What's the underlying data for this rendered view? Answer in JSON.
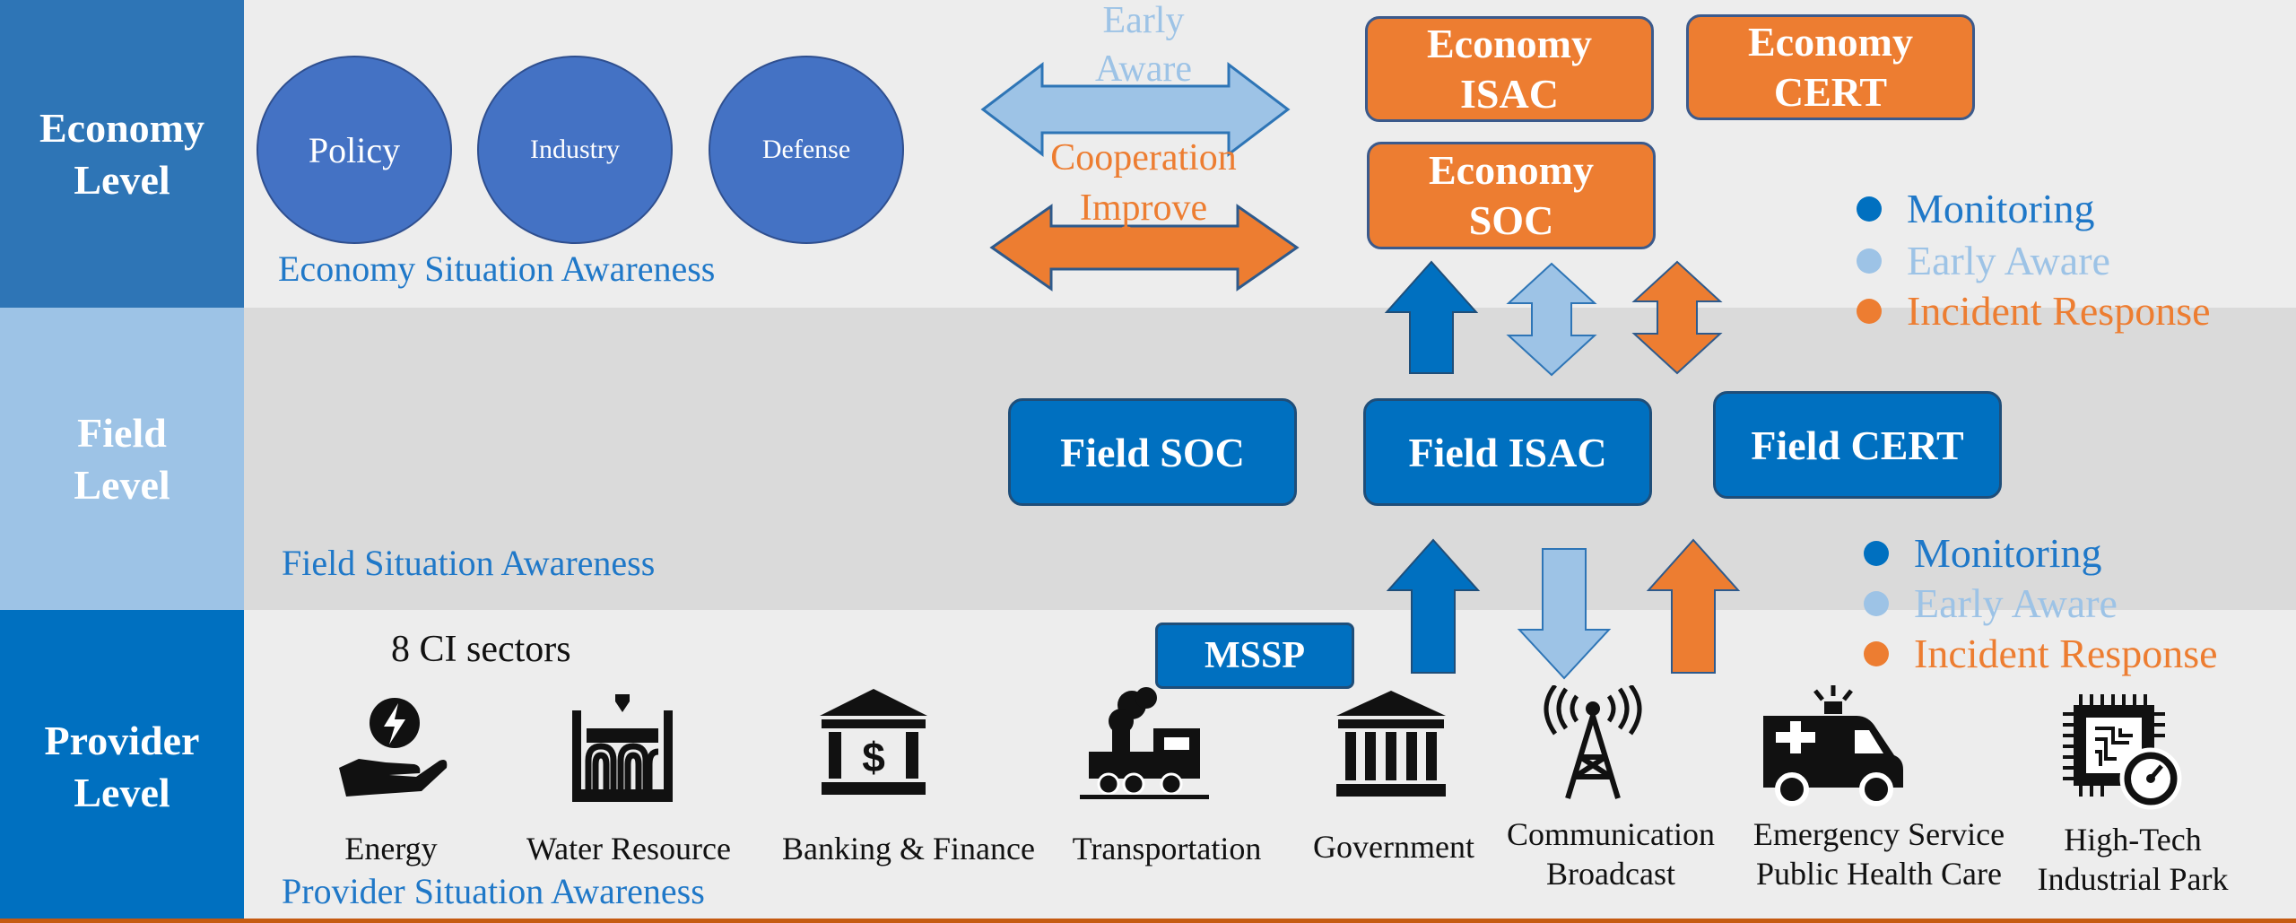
{
  "levels": {
    "economy": "Economy\nLevel",
    "field": "Field\nLevel",
    "provider": "Provider\nLevel"
  },
  "economy": {
    "circles": [
      "Policy",
      "Industry",
      "Defense"
    ],
    "awareness": "Economy Situation Awareness",
    "early_aware": "Early\nAware",
    "cooperation": "Cooperation\nImprove",
    "isac": "Economy\nISAC",
    "cert": "Economy\nCERT",
    "soc": "Economy\nSOC"
  },
  "field": {
    "soc": "Field SOC",
    "isac": "Field ISAC",
    "cert": "Field CERT",
    "awareness": "Field Situation Awareness"
  },
  "provider": {
    "heading": "8 CI sectors",
    "mssp": "MSSP",
    "awareness": "Provider Situation Awareness",
    "sectors": [
      {
        "label": "Energy",
        "icon": "energy-icon"
      },
      {
        "label": "Water Resource",
        "icon": "water-resource-icon"
      },
      {
        "label": "Banking & Finance",
        "icon": "bank-icon"
      },
      {
        "label": "Transportation",
        "icon": "train-icon"
      },
      {
        "label": "Government",
        "icon": "government-icon"
      },
      {
        "label": "Communication\nBroadcast",
        "icon": "antenna-tower-icon"
      },
      {
        "label": "Emergency  Service\nPublic Health Care",
        "icon": "ambulance-icon"
      },
      {
        "label": "High-Tech\nIndustrial Park",
        "icon": "chip-gauge-icon"
      }
    ]
  },
  "legend_top": [
    "Monitoring",
    "Early Aware",
    "Incident Response"
  ],
  "legend_bottom": [
    "Monitoring",
    "Early Aware",
    "Incident Response"
  ],
  "colors": {
    "economy_level": "#2E75B6",
    "field_level": "#9DC3E6",
    "provider_level": "#0070C0",
    "monitoring": "#0070C0",
    "early_aware": "#9DC3E6",
    "incident_response": "#ED7D31"
  }
}
